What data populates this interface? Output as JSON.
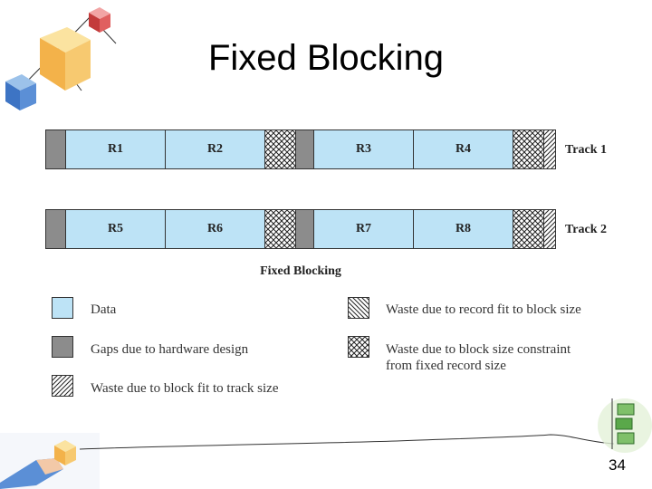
{
  "slide": {
    "title": "Fixed Blocking",
    "page_number": "34"
  },
  "diagram": {
    "caption": "Fixed Blocking",
    "tracks": [
      {
        "label": "Track 1",
        "records": [
          "R1",
          "R2",
          "R3",
          "R4"
        ]
      },
      {
        "label": "Track 2",
        "records": [
          "R5",
          "R6",
          "R7",
          "R8"
        ]
      }
    ]
  },
  "legend": {
    "data": "Data",
    "gaps": "Gaps due to hardware design",
    "waste_track": "Waste due to block fit to track size",
    "waste_record": "Waste due to record fit to block size",
    "waste_block_line1": "Waste due to block size constraint",
    "waste_block_line2": "from fixed record size"
  },
  "colors": {
    "data": "#bde3f6",
    "gap": "#8c8c8c"
  }
}
